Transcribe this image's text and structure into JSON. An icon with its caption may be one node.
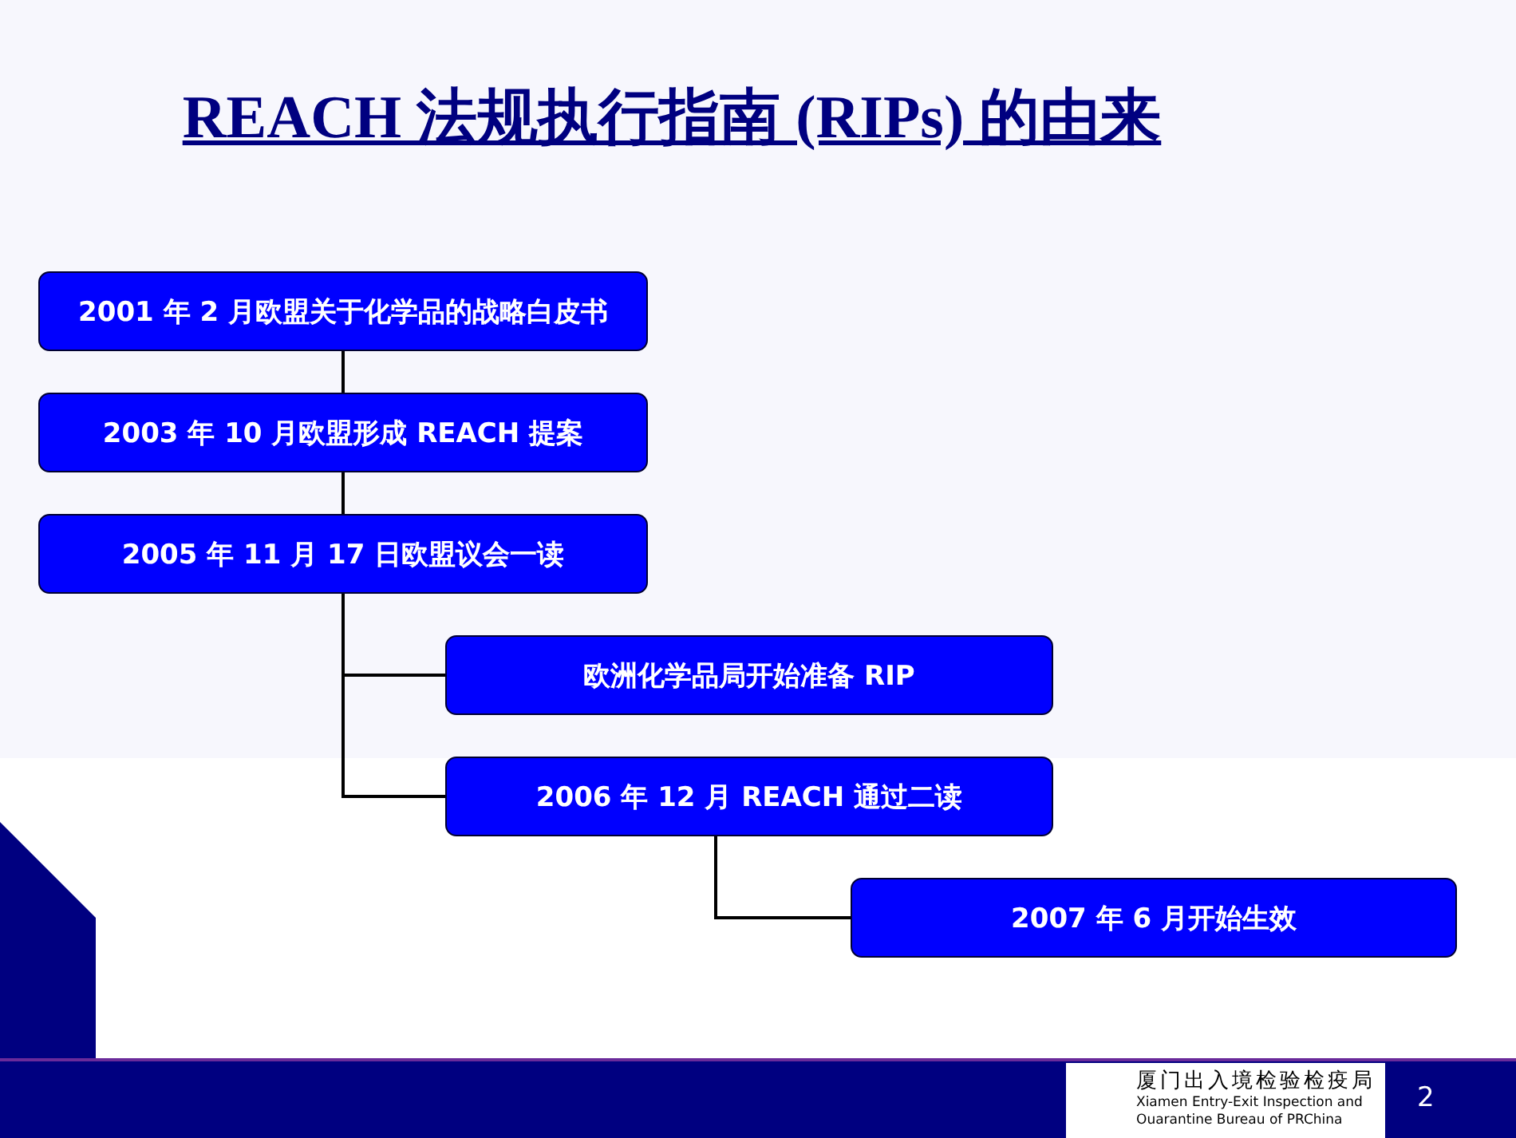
{
  "diagram": {
    "title": "REACH 法规执行指南 (RIPs) 的由来",
    "nodes": [
      {
        "text": [
          "2001 年 2 月欧盟关于化学品的战略白皮书"
        ]
      },
      {
        "text": [
          "2003 年 10 月欧盟形成 REACH 提案"
        ]
      },
      {
        "text": [
          "2005 年 11 月 17 日欧盟议会一读"
        ]
      },
      {
        "text": [
          "欧洲化学品局开始准备 RIP"
        ]
      },
      {
        "text": [
          "2006 年 12 月 REACH 通过二读"
        ]
      },
      {
        "text": [
          "2007 年 6 月开始生效"
        ]
      }
    ],
    "edges": [
      {
        "from": 0,
        "to": 1,
        "arrow": "none"
      },
      {
        "from": 1,
        "to": 2,
        "arrow": "none"
      },
      {
        "from": 2,
        "to": 3,
        "arrow": "none"
      },
      {
        "from": 2,
        "to": 4,
        "arrow": "none"
      },
      {
        "from": 4,
        "to": 5,
        "arrow": "none"
      }
    ],
    "labels": [
      "厦门出入境检验检疫局",
      "Xiamen Entry-Exit Inspection and Ouarantine Bureau of PRChina",
      "2"
    ]
  }
}
